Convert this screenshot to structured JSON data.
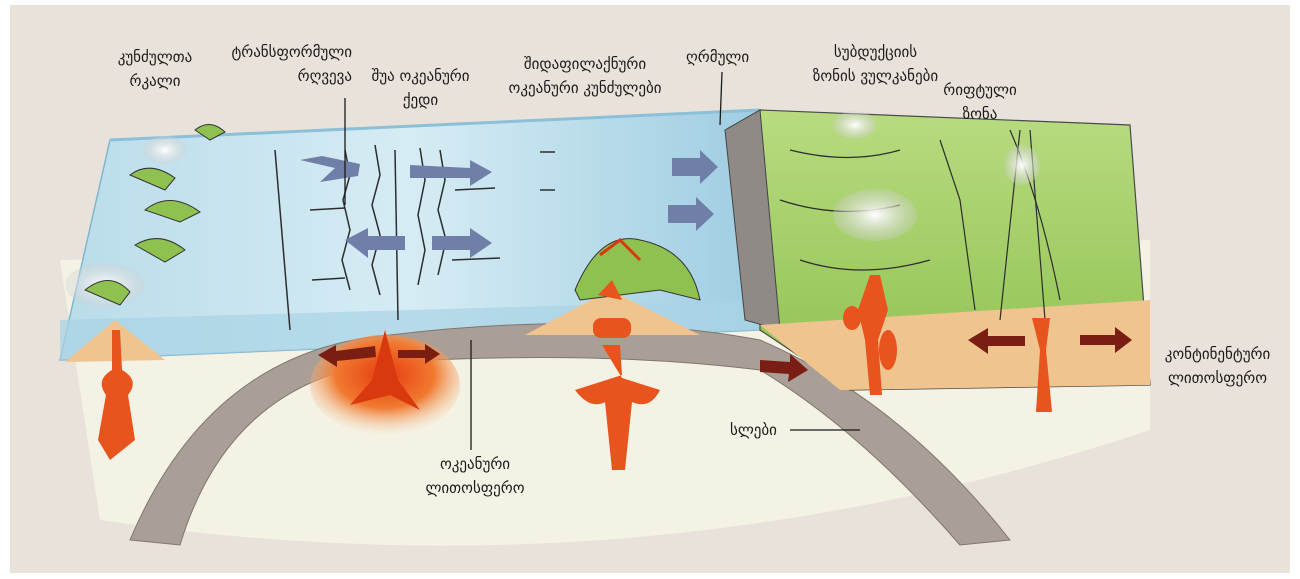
{
  "labels": {
    "island_arc": {
      "line1": "კუნძულთა",
      "line2": "რკალი"
    },
    "transform_fault": {
      "line1": "ტრანსფორმული",
      "line2": "რღვევა"
    },
    "mid_ocean_ridge": {
      "line1": "შუა ოკეანური",
      "line2": "ქედი"
    },
    "intraplate_islands": {
      "line1": "შიდაფილაქნური",
      "line2": "ოკეანური კუნძულები"
    },
    "trench": {
      "line1": "ღრმული"
    },
    "subduction_volcanoes": {
      "line1": "სუბდუქციის",
      "line2": "ზონის ვულკანები"
    },
    "rift_zone": {
      "line1": "რიფტული",
      "line2": "ზონა"
    },
    "continental_lithosphere": {
      "line1": "კონტინენტური",
      "line2": "ლითოსფერო"
    },
    "slab": {
      "line1": "სლები"
    },
    "oceanic_lithosphere": {
      "line1": "ოკეანური",
      "line2": "ლითოსფერო"
    }
  },
  "colors": {
    "background": "#ffffff",
    "panel": "#e9e2da",
    "ocean": "#c9e4ef",
    "ocean_deep": "#9ccbe0",
    "lithosphere_slab": "#a99f97",
    "magma": "#e8541e",
    "sediment": "#efc48e",
    "land": "#a6cf6a",
    "mantle": "#f2f2e6",
    "arrow_blue": "#6f7fa8",
    "arrow_red": "#7a1d12"
  }
}
